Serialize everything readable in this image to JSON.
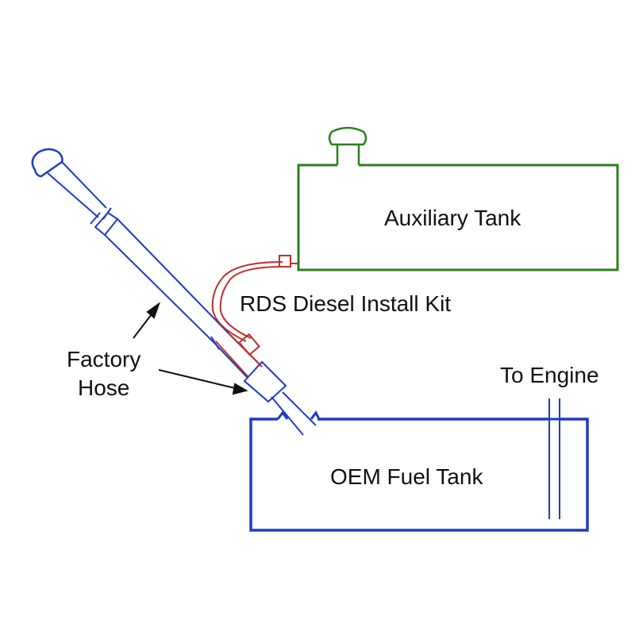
{
  "labels": {
    "auxiliary_tank": "Auxiliary Tank",
    "kit": "RDS Diesel Install Kit",
    "factory_hose_line1": "Factory",
    "factory_hose_line2": "Hose",
    "to_engine": "To Engine",
    "oem_tank": "OEM Fuel Tank"
  },
  "colors": {
    "auxiliary_tank": "#2e7d1e",
    "oem_tank": "#1f3cc0",
    "fill_pipe": "#1f3cc0",
    "kit_line": "#c0302a",
    "text": "#111111",
    "arrow": "#111111"
  },
  "icons": {
    "aux_cap": "mushroom-filler-cap-icon",
    "oem_cap": "filler-cap-icon",
    "fitting": "tee-fitting-icon"
  }
}
